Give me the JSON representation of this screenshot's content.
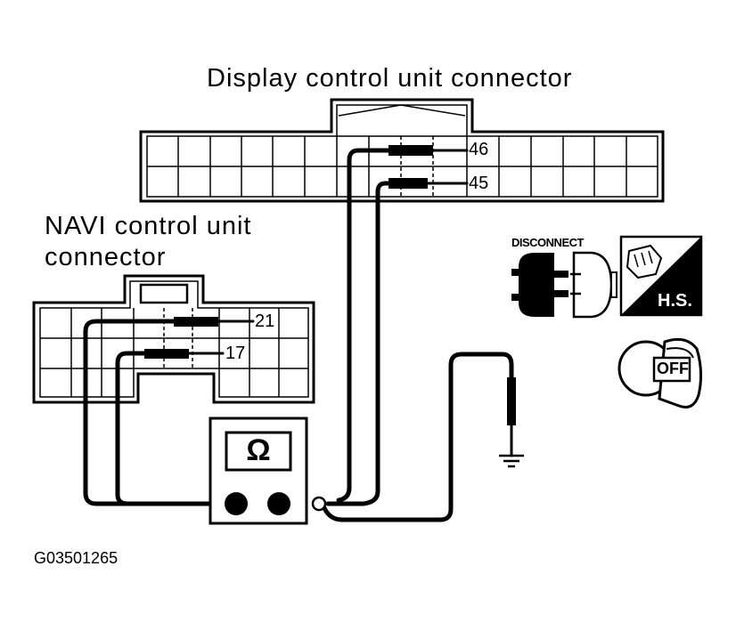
{
  "labels": {
    "display_connector": "Display control unit connector",
    "navi_connector_line1": "NAVI control unit",
    "navi_connector_line2": "connector",
    "figure_code": "G03501265"
  },
  "pins": {
    "display_pin_a": "46",
    "display_pin_b": "45",
    "navi_pin_a": "21",
    "navi_pin_b": "17"
  },
  "meter": {
    "symbol": "Ω"
  },
  "icons": {
    "disconnect_text": "DISCONNECT",
    "hs_text": "H.S.",
    "ignition_text": "OFF"
  }
}
